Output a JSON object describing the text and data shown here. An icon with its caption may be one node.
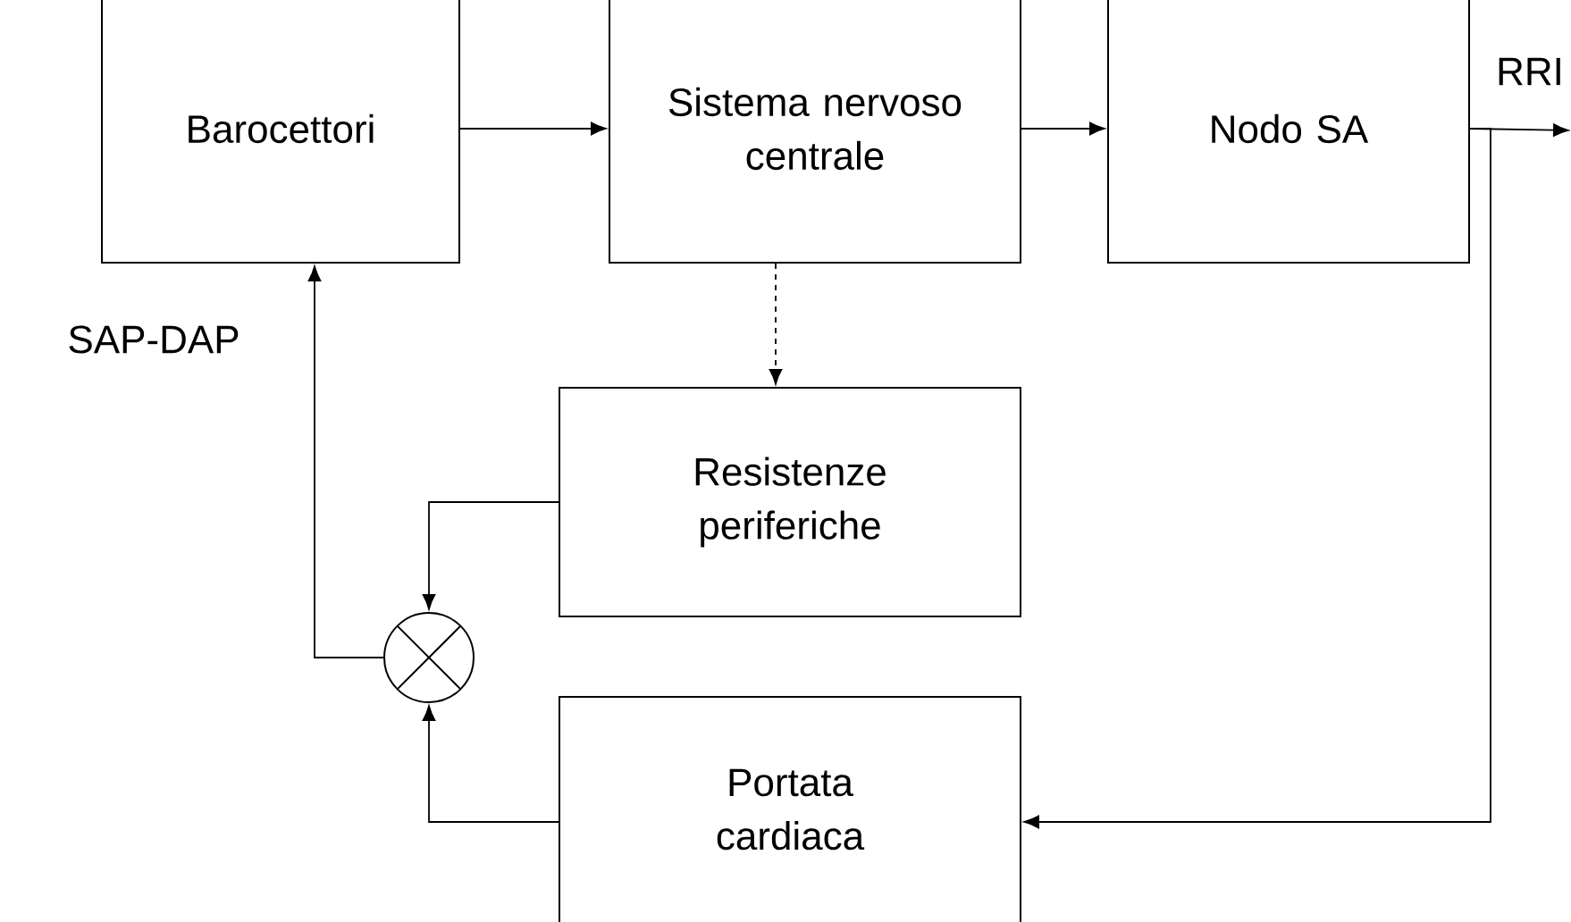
{
  "diagram": {
    "nodes": [
      {
        "text": [
          "Barocettori"
        ]
      },
      {
        "text": [
          "Sistema nervoso centrale"
        ]
      },
      {
        "text": [
          "Nodo SA"
        ]
      },
      {
        "text": [
          "Resistenze periferiche"
        ]
      },
      {
        "text": [],
        "shape": "circle"
      },
      {
        "text": [
          "Portata cardiaca"
        ]
      }
    ],
    "edges": [
      {
        "from": 0,
        "to": 1,
        "arrow": "to"
      },
      {
        "from": 1,
        "to": 2,
        "arrow": "to"
      },
      {
        "from": 2,
        "to": null,
        "arrow": "to",
        "label": "RRI"
      },
      {
        "from": 2,
        "to": 5,
        "arrow": "to"
      },
      {
        "from": 1,
        "to": 3,
        "arrow": "to",
        "style": "dashed"
      },
      {
        "from": 3,
        "to": 4,
        "arrow": "to"
      },
      {
        "from": 5,
        "to": 4,
        "arrow": "to"
      },
      {
        "from": 4,
        "to": 0,
        "arrow": "to",
        "label": "SAP-DAP"
      }
    ]
  }
}
